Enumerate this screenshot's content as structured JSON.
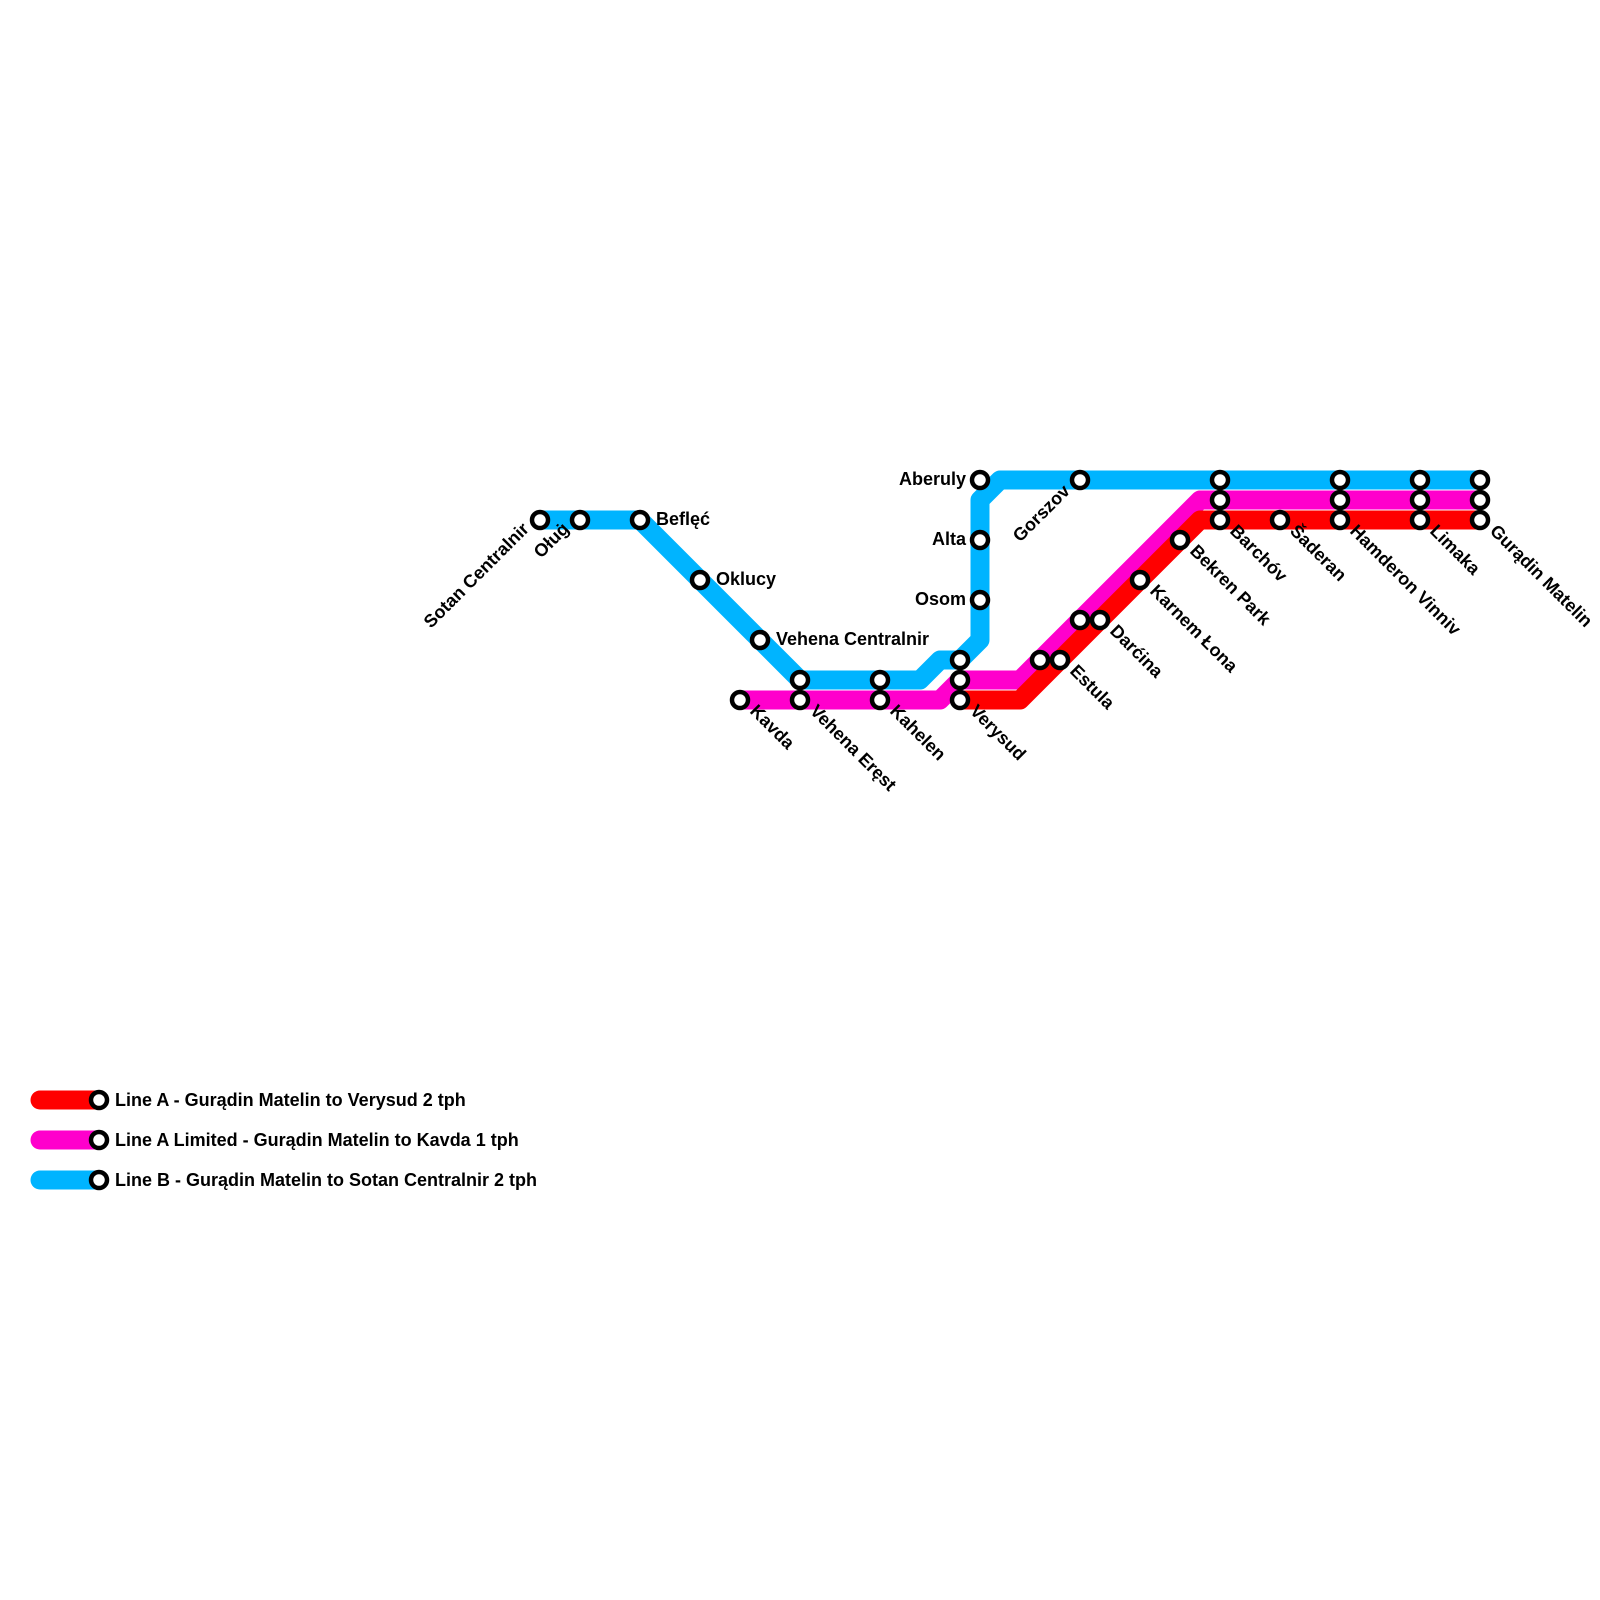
{
  "colors": {
    "line_a": "#ff0000",
    "line_a_limited": "#ff00cc",
    "line_b": "#00b4ff",
    "station_fill": "#ffffff",
    "station_stroke": "#000000"
  },
  "stations": {
    "sotan_centralnir": "Sotan Centralnir",
    "olug": "Ołuġ",
    "beflec": "Beflęć",
    "oklucy": "Oklucy",
    "vehena_centralnir": "Vehena Centralnir",
    "kavda": "Kavda",
    "vehena_erest": "Vehena Eręst",
    "kahelen": "Kahelen",
    "verysud": "Verysud",
    "aberuly": "Aberuly",
    "alta": "Alta",
    "osom": "Osom",
    "gorszov": "Gorszov",
    "estula": "Estula",
    "darcina": "Darćina",
    "karnem_lona": "Karnem Łona",
    "bekren_park": "Bekren Park",
    "barchov": "Barchóv",
    "saderan": "Šaderan",
    "hamderon_vinniv": "Hamderon Vinniv",
    "limaka": "Limaka",
    "guradin_matelin": "Gurądin Matelin"
  },
  "legend": [
    {
      "line": "line_a",
      "text": "Line A - Gurądin Matelin to Verysud 2 tph"
    },
    {
      "line": "line_a_limited",
      "text": "Line A Limited - Gurądin Matelin to Kavda 1 tph"
    },
    {
      "line": "line_b",
      "text": "Line B - Gurądin Matelin to Sotan Centralnir 2 tph"
    }
  ]
}
